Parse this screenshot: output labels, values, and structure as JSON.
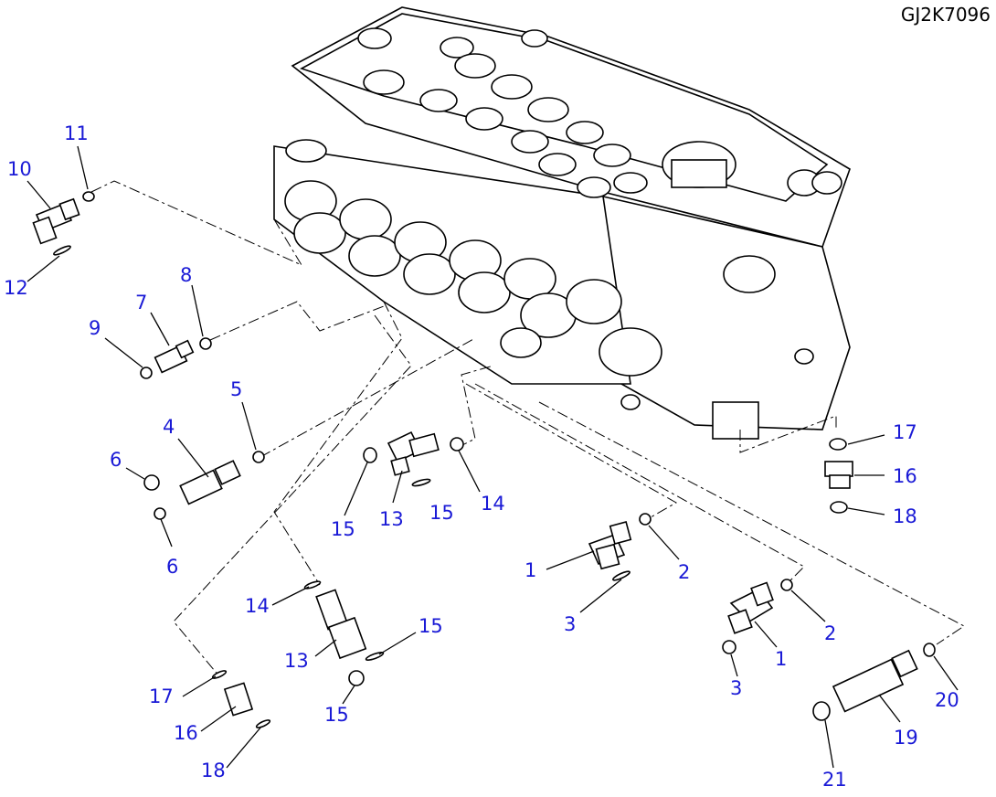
{
  "diagram_id": "GJ2K7096",
  "callouts": {
    "c1a": "1",
    "c1b": "1",
    "c2a": "2",
    "c2b": "2",
    "c3a": "3",
    "c3b": "3",
    "c4": "4",
    "c5": "5",
    "c6a": "6",
    "c6b": "6",
    "c7": "7",
    "c8": "8",
    "c9": "9",
    "c10": "10",
    "c11": "11",
    "c12": "12",
    "c13a": "13",
    "c13b": "13",
    "c14a": "14",
    "c14b": "14",
    "c15a": "15",
    "c15b": "15",
    "c15c": "15",
    "c15d": "15",
    "c16a": "16",
    "c16b": "16",
    "c17a": "17",
    "c17b": "17",
    "c18a": "18",
    "c18b": "18",
    "c19": "19",
    "c20": "20",
    "c21": "21"
  },
  "colors": {
    "callout": "#1a1ad6",
    "line": "#000000"
  }
}
